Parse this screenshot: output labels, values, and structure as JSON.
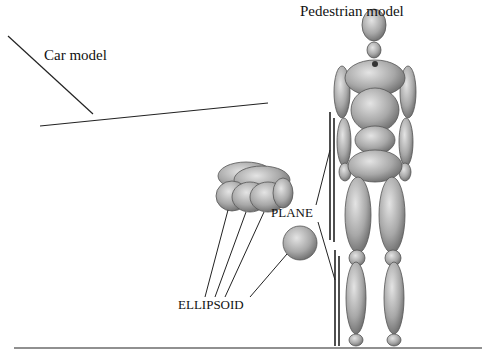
{
  "diagram": {
    "labels": [
      "Pedestrian model",
      "Car model",
      "PLANE",
      "ELLIPSOID"
    ]
  }
}
